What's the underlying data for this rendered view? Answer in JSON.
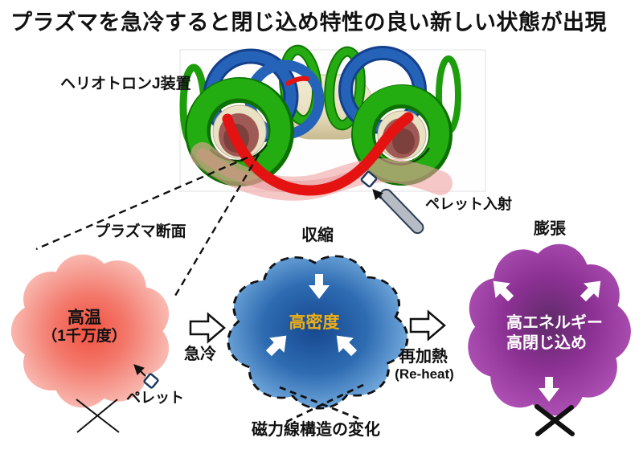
{
  "title": "プラズマを急冷すると閉じ込め特性の良い新しい状態が出現",
  "device": {
    "label": "ヘリオトロンJ装置",
    "pellet_injection": "ペレット入射"
  },
  "cross_section_label": "プラズマ断面",
  "stages": {
    "hot": {
      "line1": "高温",
      "line2": "（1千万度）",
      "pellet_label": "ペレット"
    },
    "compressed": {
      "caption": "収縮",
      "line1": "高密度"
    },
    "expanded": {
      "caption": "膨張",
      "line1": "高エネルギー",
      "line2": "高閉じ込め"
    }
  },
  "transitions": {
    "cool": {
      "label": "急冷"
    },
    "reheat": {
      "label": "再加熱",
      "sublabel": "(Re-heat)"
    }
  },
  "bottom_note": "磁力線構造の変化",
  "colors": {
    "hot_blob_center": "#f1503e",
    "hot_blob_edge": "#f9bcb4",
    "dense_blob_center": "#16478e",
    "dense_blob_edge": "#74aadd",
    "dense_text_gold": "#efae15",
    "confined_blob_center": "#5e2a68",
    "confined_blob_edge": "#ad4fb3",
    "coil_green": "#22a60f",
    "coil_blue": "#2160b4",
    "torus_cream": "#ebe2c3",
    "plasma_red": "#e41312",
    "plasma_pink": "#f0a2a2"
  }
}
